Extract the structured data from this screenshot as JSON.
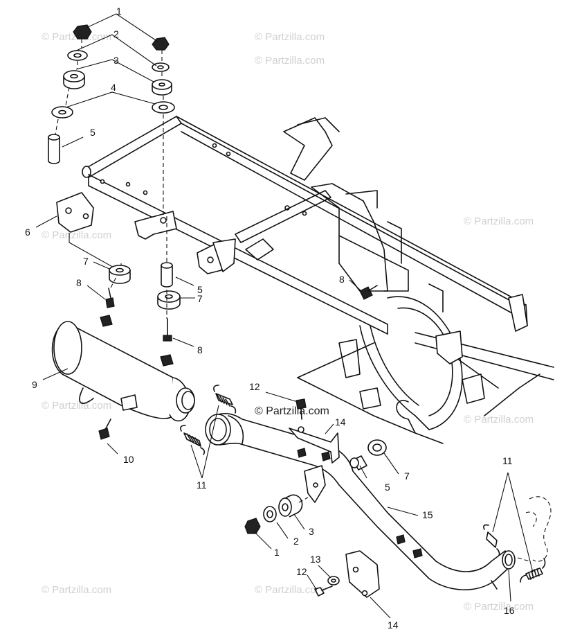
{
  "watermark_text": "© Partzilla.com",
  "callouts": {
    "c1a": "1",
    "c2a": "2",
    "c3a": "3",
    "c4": "4",
    "c5a": "5",
    "c6": "6",
    "c7a": "7",
    "c8a": "8",
    "c5b": "5",
    "c7b": "7",
    "c8b": "8",
    "c8c": "8",
    "c9": "9",
    "c10": "10",
    "c11a": "11",
    "c12a": "12",
    "c14a": "14",
    "c5c": "5",
    "c7c": "7",
    "c15": "15",
    "c3b": "3",
    "c2b": "2",
    "c1b": "1",
    "c11b": "11",
    "c13": "13",
    "c12b": "12",
    "c14b": "14",
    "c16": "16"
  }
}
